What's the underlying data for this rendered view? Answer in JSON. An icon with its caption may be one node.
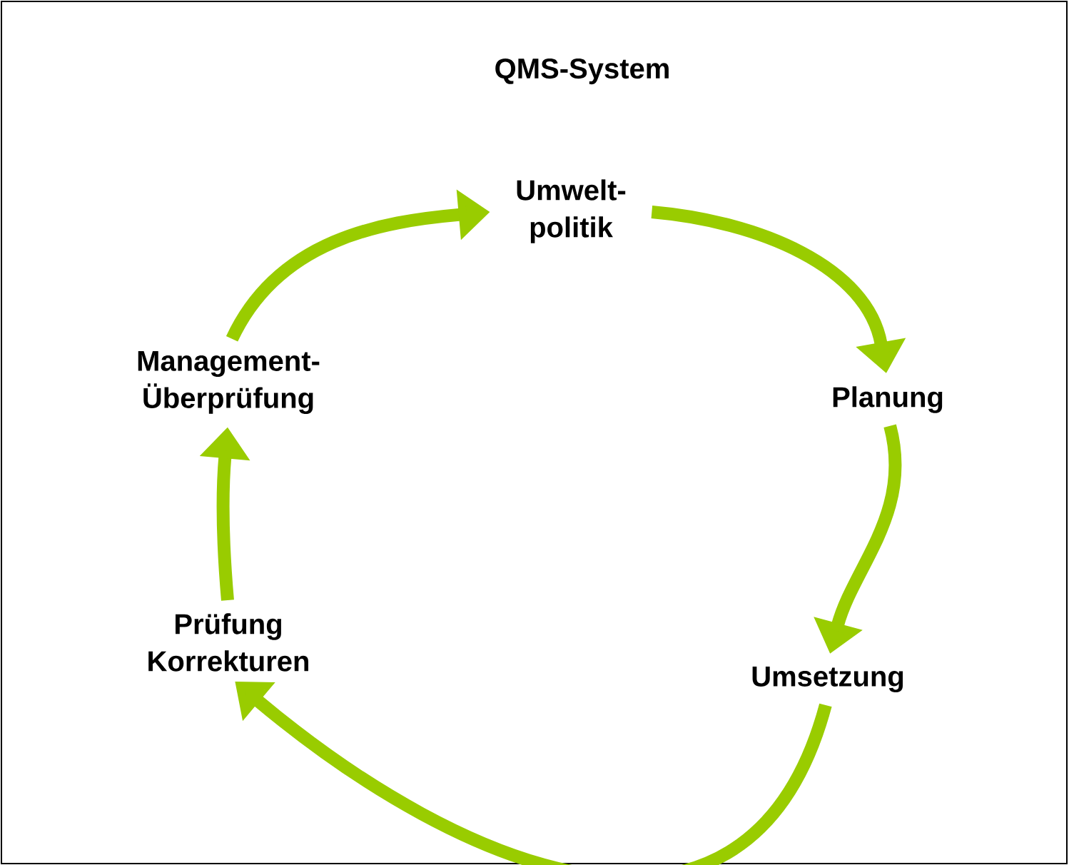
{
  "diagram": {
    "title": "QMS-System",
    "nodes": [
      {
        "text": [
          "Umwelt- politik"
        ]
      },
      {
        "text": [
          "Planung"
        ]
      },
      {
        "text": [
          "Umsetzung"
        ]
      },
      {
        "text": [
          "Prüfung Korrekturen"
        ]
      },
      {
        "text": [
          "Management- Überprüfung"
        ]
      }
    ],
    "edges": [
      {
        "from": 0,
        "to": 1,
        "arrow": "to"
      },
      {
        "from": 1,
        "to": 2,
        "arrow": "to"
      },
      {
        "from": 2,
        "to": 3,
        "arrow": "to"
      },
      {
        "from": 3,
        "to": 4,
        "arrow": "to"
      },
      {
        "from": 4,
        "to": 0,
        "arrow": "to"
      }
    ]
  }
}
